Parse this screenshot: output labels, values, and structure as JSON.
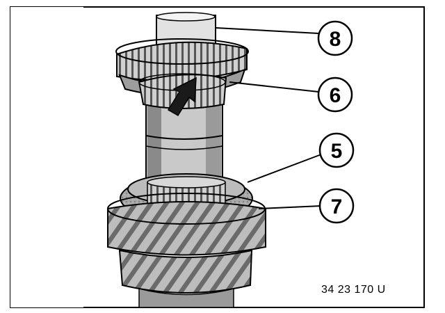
{
  "figure": {
    "code": "34 23 170 U"
  },
  "callouts": [
    {
      "id": "callout-8",
      "label": "8"
    },
    {
      "id": "callout-6",
      "label": "6"
    },
    {
      "id": "callout-5",
      "label": "5"
    },
    {
      "id": "callout-7",
      "label": "7"
    }
  ],
  "colors": {
    "ink": "#000000",
    "paper": "#ffffff",
    "shade": "#8a8a8a",
    "light_shade": "#c8c8c8"
  }
}
